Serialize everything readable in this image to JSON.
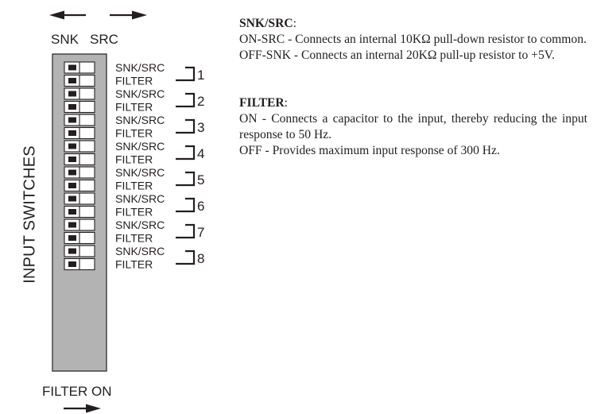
{
  "direction_labels": {
    "sink": "SNK",
    "source": "SRC"
  },
  "side_title": "INPUT SWITCHES",
  "bottom_label": "FILTER ON",
  "channel_labels": {
    "snk_src": "SNK/SRC",
    "filter": "FILTER"
  },
  "channels": [
    "1",
    "2",
    "3",
    "4",
    "5",
    "6",
    "7",
    "8"
  ],
  "description": {
    "snk_src": {
      "heading": "SNK/SRC",
      "heading_suffix": ":",
      "on_text": "ON-SRC - Connects an internal 10KΩ pull-down resistor to common.",
      "off_text": "OFF-SNK - Connects an internal 20KΩ pull-up resistor to +5V."
    },
    "filter": {
      "heading": "FILTER",
      "heading_suffix": ":",
      "on_text": "ON - Connects a capacitor to the input, thereby reducing the input response to 50 Hz.",
      "off_text": "OFF - Provides maximum input response of 300 Hz."
    }
  },
  "colors": {
    "ink": "#231f20",
    "switch_body": "#b3b3b3"
  }
}
